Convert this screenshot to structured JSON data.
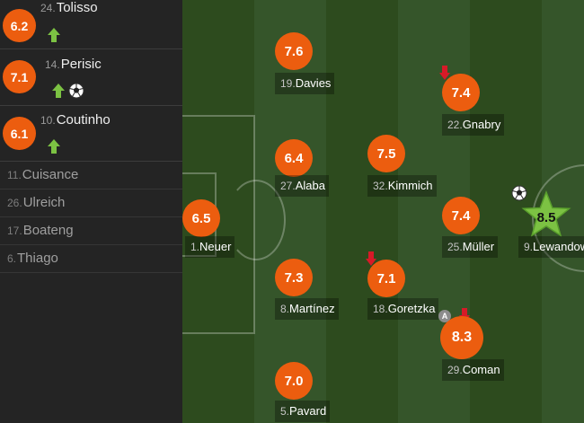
{
  "substitutes": [
    {
      "rating": "6.2",
      "number": "24.",
      "name": "Tolisso",
      "icons": [
        "arrow-up-icon"
      ]
    },
    {
      "rating": "7.1",
      "number": "14.",
      "name": "Perisic",
      "icons": [
        "arrow-up-icon",
        "ball-icon"
      ]
    },
    {
      "rating": "6.1",
      "number": "10.",
      "name": "Coutinho",
      "icons": [
        "arrow-up-icon"
      ]
    }
  ],
  "bench": [
    {
      "number": "11.",
      "name": "Cuisance"
    },
    {
      "number": "26.",
      "name": "Ulreich"
    },
    {
      "number": "17.",
      "name": "Boateng"
    },
    {
      "number": "6.",
      "name": "Thiago"
    }
  ],
  "players": [
    {
      "number": "1.",
      "name": "Neuer",
      "rating": "6.5",
      "icons": []
    },
    {
      "number": "19.",
      "name": "Davies",
      "rating": "7.6",
      "icons": []
    },
    {
      "number": "27.",
      "name": "Alaba",
      "rating": "6.4",
      "icons": []
    },
    {
      "number": "8.",
      "name": "Martínez",
      "rating": "7.3",
      "icons": []
    },
    {
      "number": "5.",
      "name": "Pavard",
      "rating": "7.0",
      "icons": []
    },
    {
      "number": "32.",
      "name": "Kimmich",
      "rating": "7.5",
      "icons": []
    },
    {
      "number": "18.",
      "name": "Goretzka",
      "rating": "7.1",
      "icons": [
        "arrow-down-icon"
      ]
    },
    {
      "number": "22.",
      "name": "Gnabry",
      "rating": "7.4",
      "icons": [
        "arrow-down-icon"
      ]
    },
    {
      "number": "25.",
      "name": "Müller",
      "rating": "7.4",
      "icons": []
    },
    {
      "number": "29.",
      "name": "Coman",
      "rating": "8.3",
      "icons": [
        "arrow-down-icon",
        "captain-icon"
      ]
    },
    {
      "number": "9.",
      "name": "Lewandowski",
      "rating": "8.5",
      "icons": [
        "ball-icon",
        "star-icon"
      ]
    }
  ],
  "captain_letter": "A",
  "colors": {
    "rating": "#ec5d0f",
    "sub_in": "#7cc243",
    "sub_out": "#d71a28",
    "motm_star": "#7cc243",
    "pitch_dark": "#2f4f1f",
    "pitch_light": "#36582a"
  }
}
